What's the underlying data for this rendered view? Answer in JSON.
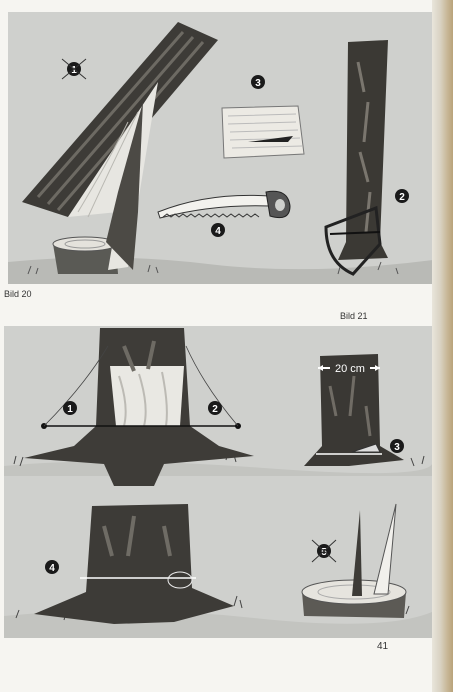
{
  "captions": {
    "figure_top": "Bild 20",
    "figure_bottom": "Bild 21"
  },
  "top_figure_markers": [
    "1",
    "2",
    "3",
    "4"
  ],
  "bottom_figure_markers": [
    "1",
    "2",
    "3",
    "4",
    "5"
  ],
  "measurement_label": "20 cm",
  "page_number": "41",
  "colors": {
    "panel_background": "#cfd0cd",
    "page_background": "#f6f5f1",
    "marker_fill": "#1a1a1a",
    "marker_text": "#ffffff"
  }
}
